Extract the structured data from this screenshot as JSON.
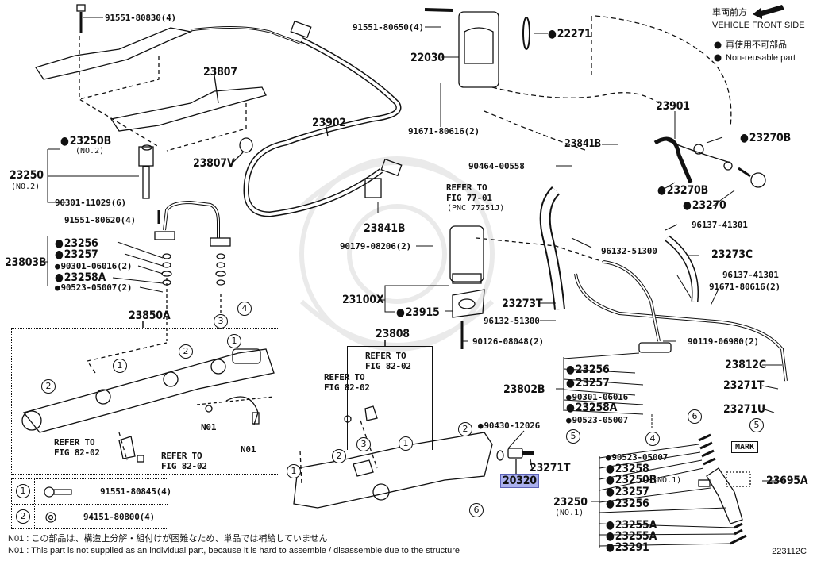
{
  "diagram": {
    "figure_number": "223112C",
    "orientation": {
      "jp": "車両前方",
      "en": "VEHICLE FRONT SIDE",
      "arrow_icon": "left-arrow"
    },
    "legend": {
      "marker_icon": "filled-circle",
      "jp": "再使用不可部品",
      "en": "Non-reusable part"
    },
    "notes": [
      "N01 : この部品は、構造上分解・組付けが困難なため、単品では補給していません",
      "N01 : This part is not supplied as an individual part, because it is hard to assemble / disassemble due to the structure"
    ],
    "fastener_table": [
      {
        "index": "1",
        "part": "91551-80845(4)",
        "icon": "bolt"
      },
      {
        "index": "2",
        "part": "94151-80800(4)",
        "icon": "nut"
      }
    ],
    "labels": {
      "p91551_80830": "91551-80830(4)",
      "p23807": "23807",
      "p23807v": "23807V",
      "p23250b_no2": "23250B",
      "no2a": "(NO.2)",
      "p23250_no2": "23250",
      "no2b": "(NO.2)",
      "p90301_11029": "90301-11029(6)",
      "p91551_80620": "91551-80620(4)",
      "p23803b": "23803B",
      "s1_23256": "23256",
      "s1_23257": "23257",
      "s1_90301": "90301-06016(2)",
      "s1_23258a": "23258A",
      "s1_90523": "90523-05007(2)",
      "p23850a": "23850A",
      "p91551_80650": "91551-80650(4)",
      "p22030": "22030",
      "p22271": "22271",
      "p23902": "23902",
      "p91671_80616_a": "91671-80616(2)",
      "p90464": "90464-00558",
      "refer77_1": "REFER TO",
      "refer77_2": "FIG 77-01",
      "refer77_pnc": "(PNC 77251J)",
      "p23841b_a": "23841B",
      "p23841b_b": "23841B",
      "p90179": "90179-08206(2)",
      "p23100x": "23100X",
      "p23915": "23915",
      "p23808": "23808",
      "refer82_a1": "REFER TO",
      "refer82_a2": "FIG 82-02",
      "refer82_b1": "REFER TO",
      "refer82_b2": "FIG 82-02",
      "refer82_c1": "REFER TO",
      "refer82_c2": "FIG 82-02",
      "refer82_d1": "REFER TO",
      "refer82_d2": "FIG 82-02",
      "n01_a": "N01",
      "n01_b": "N01",
      "p23901": "23901",
      "p23270b_a": "23270B",
      "p23270b_b": "23270B",
      "p23270": "23270",
      "p96137_a": "96137-41301",
      "p96132_a": "96132-51300",
      "p23273c": "23273C",
      "p96137_b": "96137-41301",
      "p91671_80616_b": "91671-80616(2)",
      "p23273t": "23273T",
      "p96132_b": "96132-51300",
      "p90126": "90126-08048(2)",
      "p90119": "90119-06980(2)",
      "p23812c": "23812C",
      "p23802b": "23802B",
      "s2_23256": "23256",
      "s2_23257": "23257",
      "s2_90301": "90301-06016",
      "s2_23258a": "23258A",
      "s2_90523": "90523-05007",
      "p23271t_a": "23271T",
      "p23271u": "23271U",
      "p90430": "90430-12026",
      "p20320": "20320",
      "p23271t_b": "23271T",
      "mark": "MARK",
      "p23695a": "23695A",
      "s3_90523": "90523-05007",
      "s3_23258": "23258",
      "s3_23250b": "23250B",
      "s3_23250b_no": "(NO.1)",
      "s3_23257": "23257",
      "s3_23256": "23256",
      "p23250_no1": "23250",
      "no1": "(NO.1)",
      "s3_23255a_a": "23255A",
      "s3_23255a_b": "23255A",
      "s3_23291": "23291"
    },
    "callouts": {
      "c1": "1",
      "c2": "2",
      "c3": "3",
      "c4": "4",
      "c5": "5",
      "c6": "6"
    },
    "highlighted_part": "20320"
  }
}
